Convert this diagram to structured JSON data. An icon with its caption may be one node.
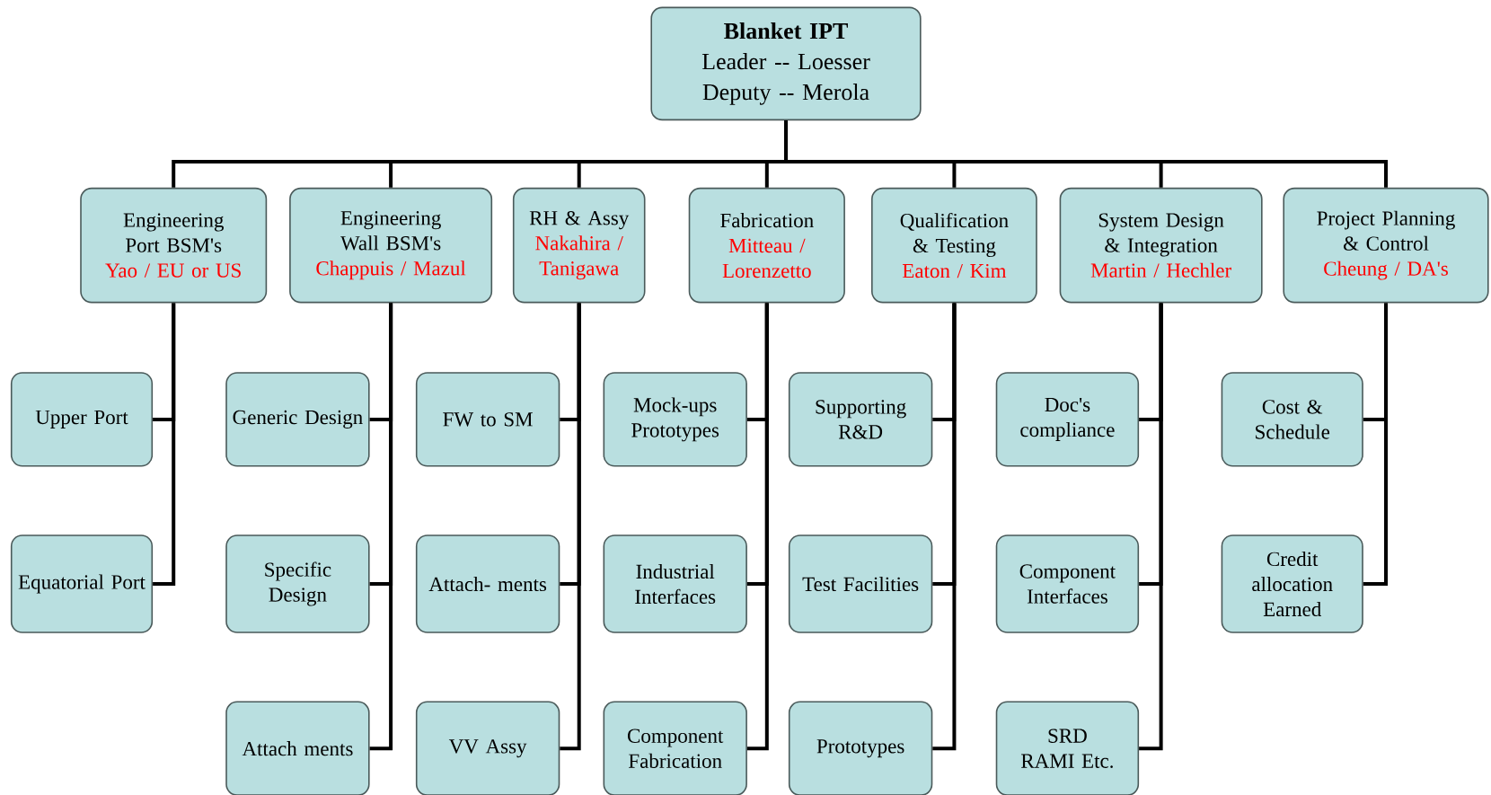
{
  "diagram": {
    "nodes": [
      {
        "text": [
          "Blanket IPT",
          "Leader -- Loesser",
          "Deputy -- Merola"
        ]
      },
      {
        "text": [
          "Engineering Port BSM's",
          "Yao /  EU or US"
        ]
      },
      {
        "text": [
          "Engineering Wall BSM's",
          "Chappuis / Mazul"
        ]
      },
      {
        "text": [
          "RH & Assy",
          "Nakahira / Tanigawa"
        ]
      },
      {
        "text": [
          "Fabrication",
          "Mitteau / Lorenzetto"
        ]
      },
      {
        "text": [
          "Qualification & Testing",
          "Eaton / Kim"
        ]
      },
      {
        "text": [
          "System Design & Integration",
          "Martin / Hechler"
        ]
      },
      {
        "text": [
          "Project Planning & Control",
          "Cheung / DA's"
        ]
      },
      {
        "text": [
          "Upper Port"
        ]
      },
      {
        "text": [
          "Generic Design"
        ]
      },
      {
        "text": [
          "FW to SM"
        ]
      },
      {
        "text": [
          "Mock-ups Prototypes"
        ]
      },
      {
        "text": [
          "Supporting R&D"
        ]
      },
      {
        "text": [
          "Doc's compliance"
        ]
      },
      {
        "text": [
          "Cost & Schedule"
        ]
      },
      {
        "text": [
          "Equatorial Port"
        ]
      },
      {
        "text": [
          "Specific Design"
        ]
      },
      {
        "text": [
          "Attach- ments"
        ]
      },
      {
        "text": [
          "Industrial Interfaces"
        ]
      },
      {
        "text": [
          "Test Facilities"
        ]
      },
      {
        "text": [
          "Component Interfaces"
        ]
      },
      {
        "text": [
          "Credit allocation Earned"
        ]
      },
      {
        "text": [
          "Attach ments"
        ]
      },
      {
        "text": [
          "VV Assy"
        ]
      },
      {
        "text": [
          "Component Fabrication"
        ]
      },
      {
        "text": [
          "Prototypes"
        ]
      },
      {
        "text": [
          "SRD RAMI Etc."
        ]
      }
    ],
    "edges": [
      {
        "from": 0,
        "to": 1,
        "arrow": "none"
      },
      {
        "from": 0,
        "to": 2,
        "arrow": "none"
      },
      {
        "from": 0,
        "to": 3,
        "arrow": "none"
      },
      {
        "from": 0,
        "to": 4,
        "arrow": "none"
      },
      {
        "from": 0,
        "to": 5,
        "arrow": "none"
      },
      {
        "from": 0,
        "to": 6,
        "arrow": "none"
      },
      {
        "from": 0,
        "to": 7,
        "arrow": "none"
      },
      {
        "from": 1,
        "to": 8,
        "arrow": "none"
      },
      {
        "from": 1,
        "to": 15,
        "arrow": "none"
      },
      {
        "from": 2,
        "to": 9,
        "arrow": "none"
      },
      {
        "from": 2,
        "to": 16,
        "arrow": "none"
      },
      {
        "from": 2,
        "to": 22,
        "arrow": "none"
      },
      {
        "from": 3,
        "to": 10,
        "arrow": "none"
      },
      {
        "from": 3,
        "to": 17,
        "arrow": "none"
      },
      {
        "from": 3,
        "to": 23,
        "arrow": "none"
      },
      {
        "from": 4,
        "to": 11,
        "arrow": "none"
      },
      {
        "from": 4,
        "to": 18,
        "arrow": "none"
      },
      {
        "from": 4,
        "to": 24,
        "arrow": "none"
      },
      {
        "from": 5,
        "to": 12,
        "arrow": "none"
      },
      {
        "from": 5,
        "to": 19,
        "arrow": "none"
      },
      {
        "from": 5,
        "to": 25,
        "arrow": "none"
      },
      {
        "from": 6,
        "to": 13,
        "arrow": "none"
      },
      {
        "from": 6,
        "to": 20,
        "arrow": "none"
      },
      {
        "from": 6,
        "to": 26,
        "arrow": "none"
      },
      {
        "from": 7,
        "to": 14,
        "arrow": "none"
      },
      {
        "from": 7,
        "to": 21,
        "arrow": "none"
      }
    ]
  }
}
